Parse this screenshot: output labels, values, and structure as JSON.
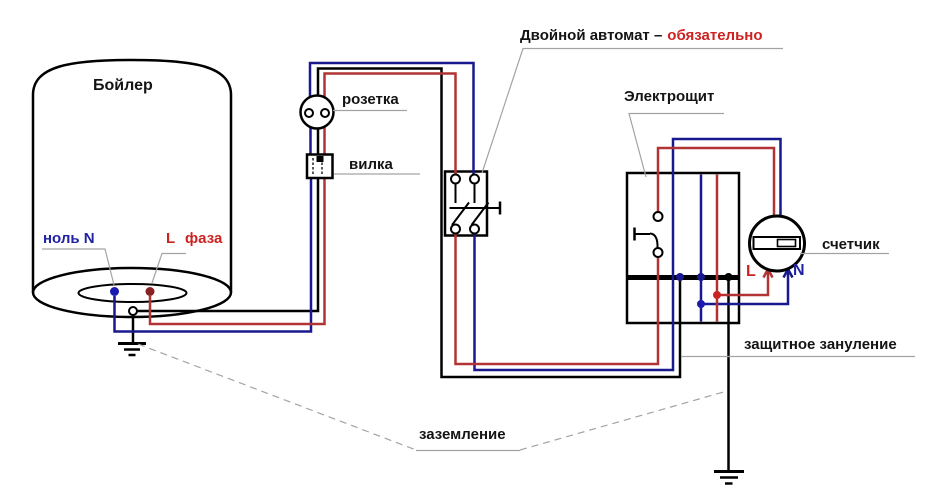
{
  "diagram": {
    "note": {
      "black": "Двойной автомат –",
      "red": "обязательно"
    },
    "labels": {
      "boiler": "Бойлер",
      "neutral_terminal": "ноль N",
      "phase_terminal": "L фаза",
      "socket": "розетка",
      "plug": "вилка",
      "panel": "Электрощит",
      "meter": "счетчик",
      "meter_phase": "L",
      "meter_neutral": "N",
      "protective_bonding": "защитное зануление",
      "grounding": "заземление"
    },
    "colors": {
      "phase_wire": "#b23333",
      "neutral_wire": "#18188f",
      "ground_wire": "#000000",
      "phase_text": "#cc2222",
      "neutral_text": "#2121a3",
      "leader": "#a3a3a3"
    }
  }
}
